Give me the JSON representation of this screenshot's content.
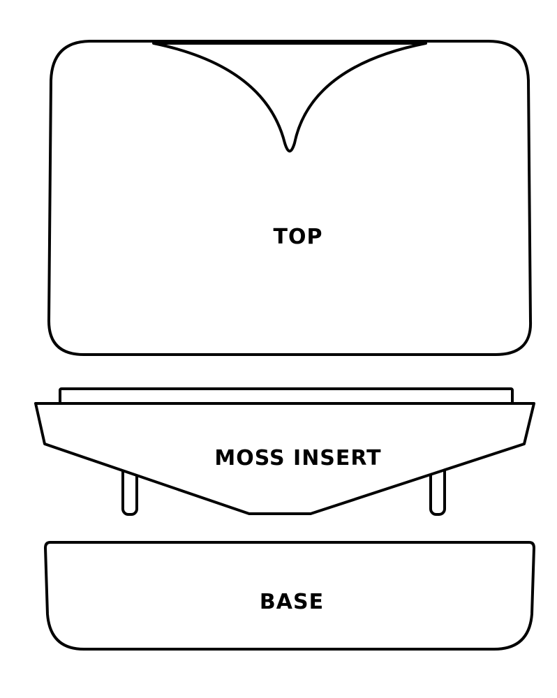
{
  "diagram": {
    "title": "",
    "parts": [
      {
        "id": "top",
        "label": "TOP"
      },
      {
        "id": "moss-insert",
        "label": "MOSS INSERT"
      },
      {
        "id": "base",
        "label": "BASE"
      }
    ],
    "colors": {
      "stroke": "#000000",
      "fill": "#ffffff",
      "background": "#ffffff"
    }
  }
}
